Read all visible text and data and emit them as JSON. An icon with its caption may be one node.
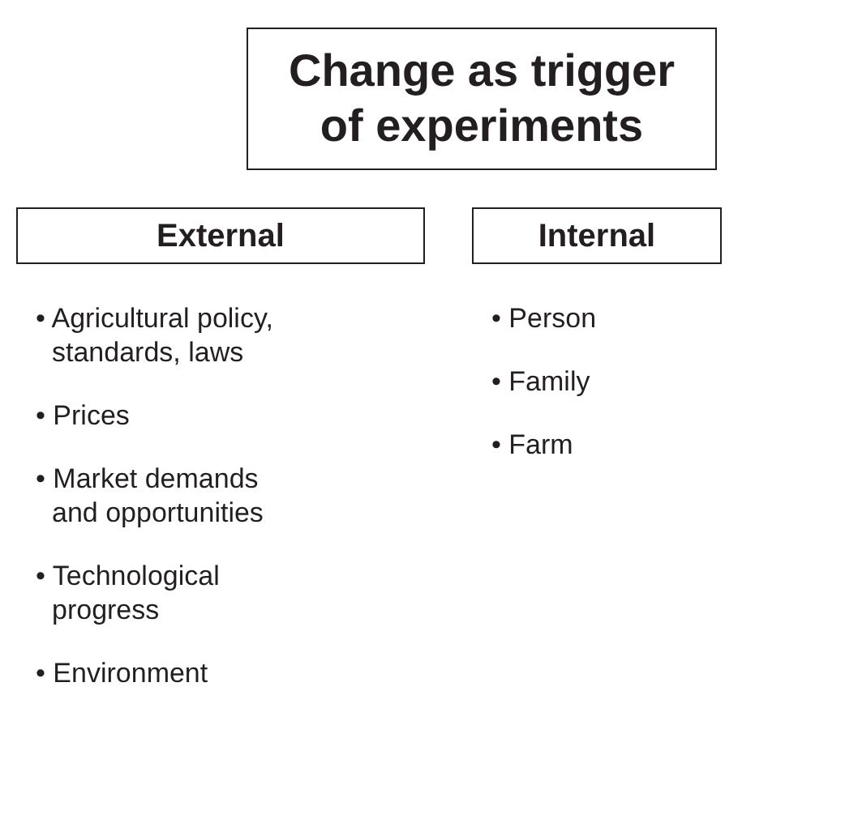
{
  "diagram": {
    "nodes": [
      {
        "text": [
          "Change as trigger of experiments"
        ]
      },
      {
        "text": [
          "External"
        ]
      },
      {
        "text": [
          "Internal"
        ]
      }
    ],
    "labels": [
      "• Agricultural policy, standards, laws",
      "• Prices",
      "• Market demands and opportunities",
      "• Technological progress",
      "• Environment",
      "• Person",
      "• Family",
      "• Farm"
    ]
  }
}
